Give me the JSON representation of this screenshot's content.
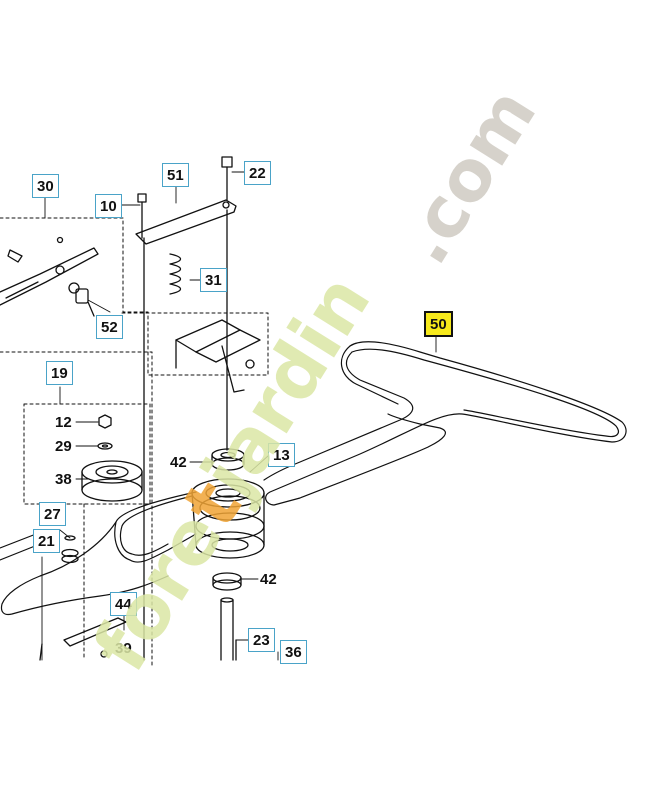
{
  "diagram": {
    "colors": {
      "line": "#111111",
      "label_border": "#4aa3c8",
      "highlight_fill": "#f6e91c",
      "watermark_grey": "#d2cec6",
      "watermark_green": "#dbe7a5",
      "watermark_orange": "#f0a436"
    },
    "labels": {
      "p30": "30",
      "p51": "51",
      "p22": "22",
      "p10": "10",
      "p31": "31",
      "p52": "52",
      "p19": "19",
      "p12": "12",
      "p29": "29",
      "p38": "38",
      "p42a": "42",
      "p13": "13",
      "p27": "27",
      "p21": "21",
      "p42b": "42",
      "p44": "44",
      "p39": "39",
      "p23": "23",
      "p36": "36",
      "p50": "50"
    }
  },
  "watermark": {
    "brand_part1": "fore",
    "brand_accent": "t",
    "brand_part2": "jardin",
    "suffix": ".com"
  }
}
